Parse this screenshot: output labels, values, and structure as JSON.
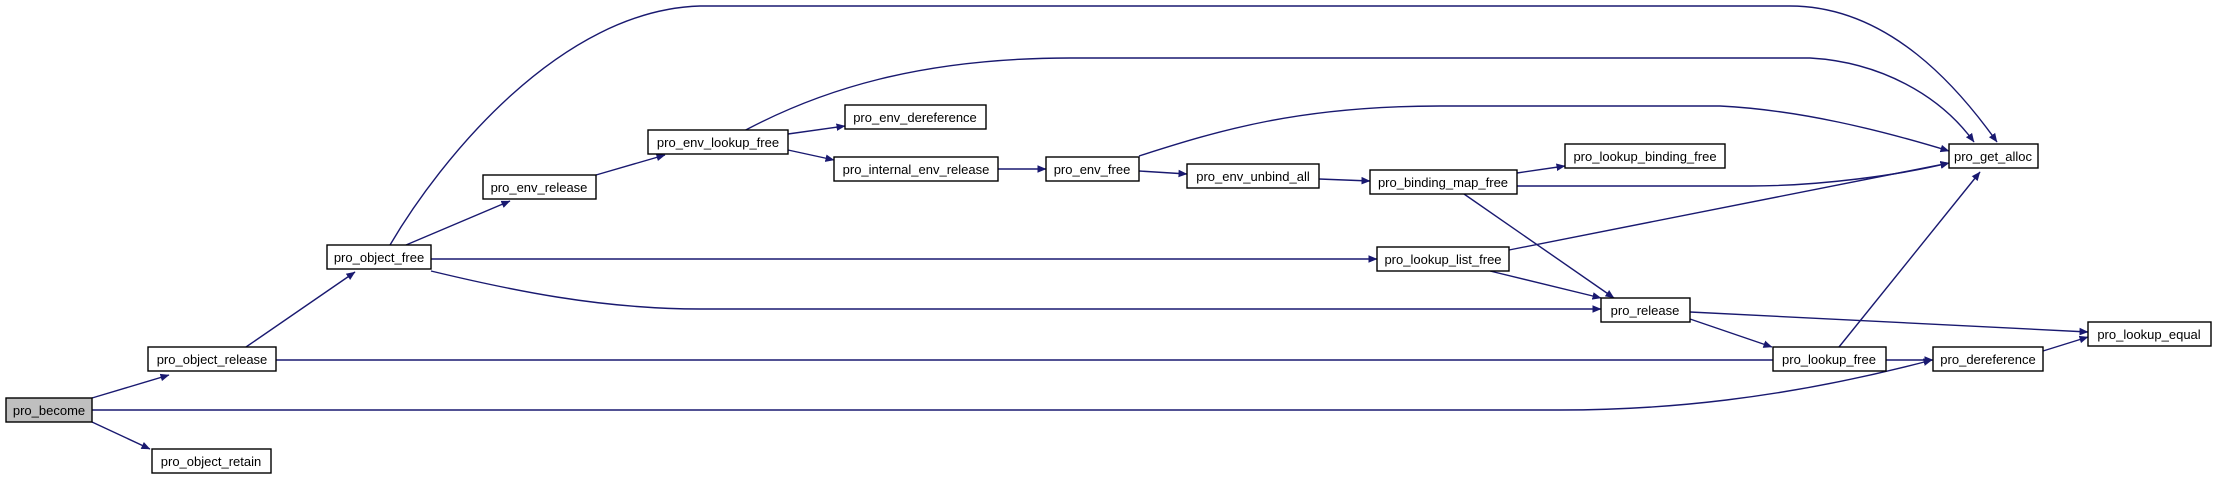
{
  "graph": {
    "edge_color": "#191970",
    "root_fill": "#bfbfbf",
    "nodes": {
      "pro_become": "pro_become",
      "pro_object_release": "pro_object_release",
      "pro_object_retain": "pro_object_retain",
      "pro_object_free": "pro_object_free",
      "pro_env_release": "pro_env_release",
      "pro_env_lookup_free": "pro_env_lookup_free",
      "pro_env_dereference": "pro_env_dereference",
      "pro_internal_env_release": "pro_internal_env_release",
      "pro_env_free": "pro_env_free",
      "pro_env_unbind_all": "pro_env_unbind_all",
      "pro_binding_map_free": "pro_binding_map_free",
      "pro_lookup_binding_free": "pro_lookup_binding_free",
      "pro_lookup_list_free": "pro_lookup_list_free",
      "pro_release": "pro_release",
      "pro_lookup_free": "pro_lookup_free",
      "pro_dereference": "pro_dereference",
      "pro_get_alloc": "pro_get_alloc",
      "pro_lookup_equal": "pro_lookup_equal"
    },
    "edges": [
      [
        "pro_become",
        "pro_object_release"
      ],
      [
        "pro_become",
        "pro_object_retain"
      ],
      [
        "pro_become",
        "pro_dereference"
      ],
      [
        "pro_object_release",
        "pro_object_free"
      ],
      [
        "pro_object_free",
        "pro_env_release"
      ],
      [
        "pro_object_free",
        "pro_get_alloc"
      ],
      [
        "pro_object_free",
        "pro_lookup_list_free"
      ],
      [
        "pro_object_free",
        "pro_release"
      ],
      [
        "pro_env_release",
        "pro_env_lookup_free"
      ],
      [
        "pro_env_lookup_free",
        "pro_env_dereference"
      ],
      [
        "pro_env_lookup_free",
        "pro_internal_env_release"
      ],
      [
        "pro_env_lookup_free",
        "pro_get_alloc"
      ],
      [
        "pro_internal_env_release",
        "pro_env_free"
      ],
      [
        "pro_env_free",
        "pro_env_unbind_all"
      ],
      [
        "pro_env_free",
        "pro_get_alloc"
      ],
      [
        "pro_env_unbind_all",
        "pro_binding_map_free"
      ],
      [
        "pro_binding_map_free",
        "pro_lookup_binding_free"
      ],
      [
        "pro_binding_map_free",
        "pro_get_alloc"
      ],
      [
        "pro_binding_map_free",
        "pro_release"
      ],
      [
        "pro_lookup_list_free",
        "pro_get_alloc"
      ],
      [
        "pro_lookup_list_free",
        "pro_release"
      ],
      [
        "pro_release",
        "pro_lookup_free"
      ],
      [
        "pro_release",
        "pro_lookup_equal"
      ],
      [
        "pro_lookup_free",
        "pro_object_release"
      ],
      [
        "pro_lookup_free",
        "pro_get_alloc"
      ],
      [
        "pro_lookup_free",
        "pro_dereference"
      ],
      [
        "pro_dereference",
        "pro_lookup_equal"
      ]
    ]
  }
}
